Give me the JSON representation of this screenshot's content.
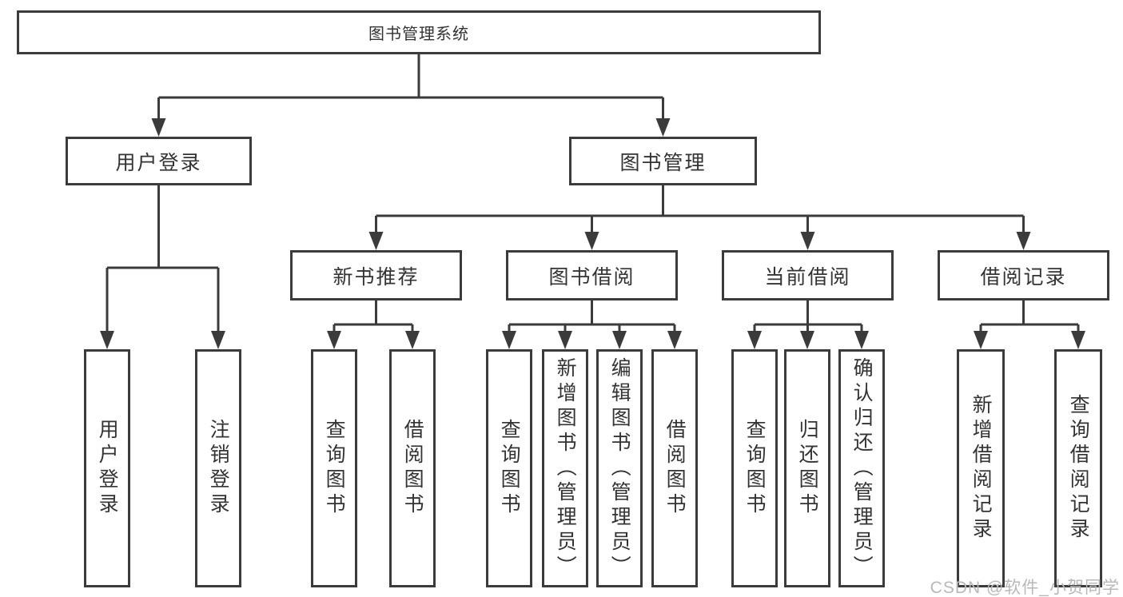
{
  "diagram": {
    "root_label": "图书管理系统",
    "level2": {
      "user_login": "用户登录",
      "book_management": "图书管理"
    },
    "level3": {
      "new_book_recommend": "新书推荐",
      "book_borrowing": "图书借阅",
      "current_borrowing": "当前借阅",
      "borrowing_records": "借阅记录"
    },
    "leaves": {
      "user_login": [
        "用户登录",
        "注销登录"
      ],
      "new_book_recommend": [
        "查询图书",
        "借阅图书"
      ],
      "book_borrowing": [
        "查询图书",
        "新增图书（管理员）",
        "编辑图书（管理员）",
        "借阅图书"
      ],
      "current_borrowing": [
        "查询图书",
        "归还图书",
        "确认归还（管理员）"
      ],
      "borrowing_records": [
        "新增借阅记录",
        "查询借阅记录"
      ]
    }
  },
  "watermark": "CSDN @软件_小贺同学",
  "colors": {
    "line": "#3b3b3b",
    "border": "#3b3b3b",
    "text": "#333333",
    "watermark": "#b8b8b8",
    "background": "#ffffff"
  }
}
